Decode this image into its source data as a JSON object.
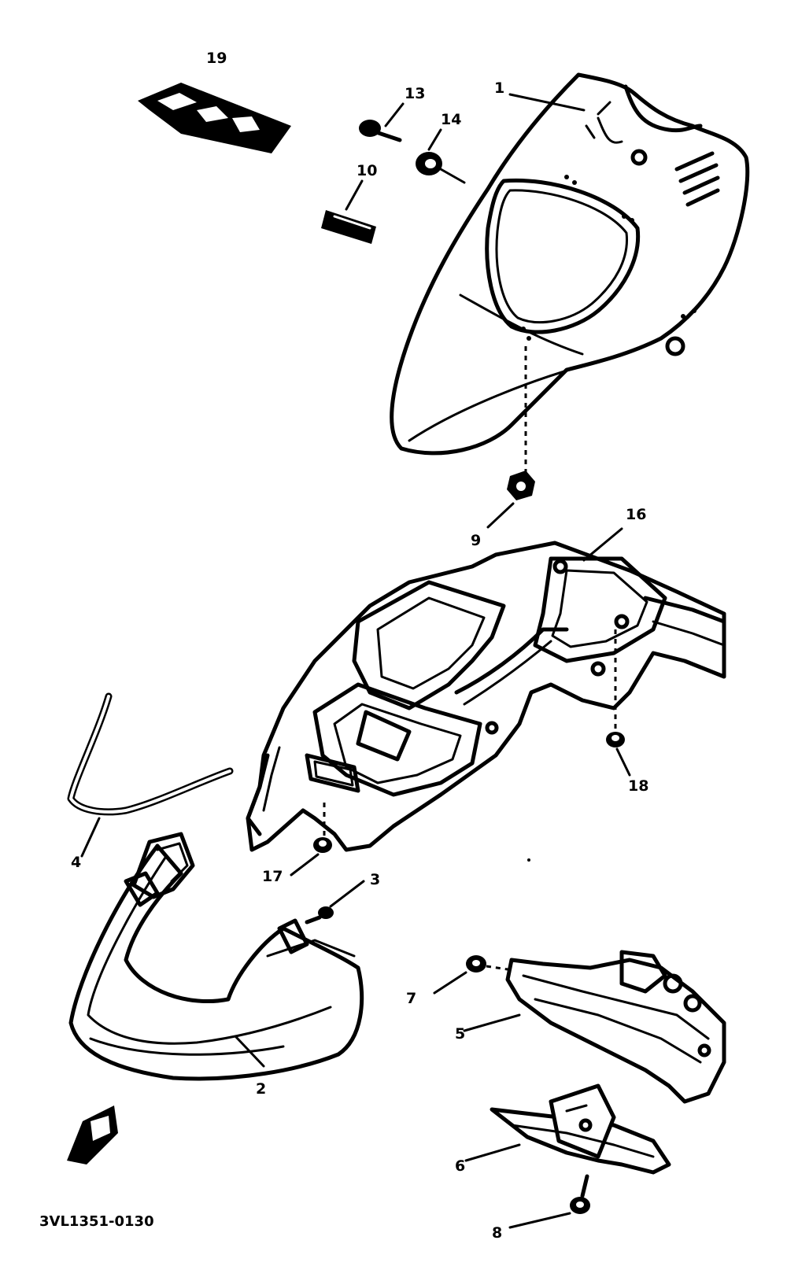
{
  "diagram": {
    "drawing_code": "3VL1351-0130",
    "callouts": {
      "c1": "1",
      "c2": "2",
      "c3": "3",
      "c4": "4",
      "c5": "5",
      "c6": "6",
      "c7": "7",
      "c8": "8",
      "c9": "9",
      "c10": "10",
      "c13": "13",
      "c14": "14",
      "c16": "16",
      "c17": "17",
      "c18": "18",
      "c19": "19"
    }
  }
}
